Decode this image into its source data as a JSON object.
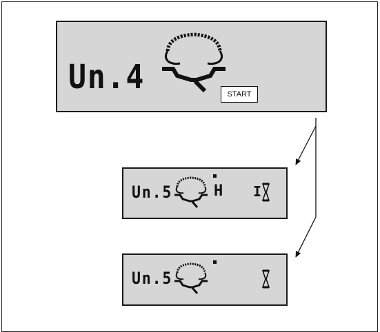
{
  "panels": {
    "main": {
      "code": "Un.4",
      "button": "START"
    },
    "step_1": {
      "code": "Un.5",
      "side_letter": "H",
      "side_digit": "I"
    },
    "step_2": {
      "code": "Un.5"
    }
  },
  "icons": [
    "tire-wheel-icon",
    "hourglass-icon",
    "indicator-dot-icon",
    "flow-arrow-icon"
  ]
}
